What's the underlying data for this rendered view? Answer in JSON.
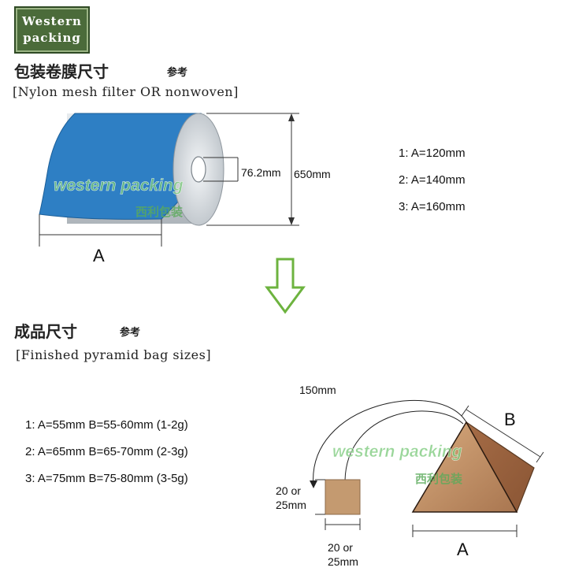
{
  "logo": {
    "line1": "Western",
    "line2": "packing"
  },
  "film_section": {
    "title_cn": "包装卷膜尺寸",
    "ref_cn": "参考",
    "subtitle": "[Nylon mesh filter  OR nonwoven]",
    "core_label": "76.2mm",
    "height_label": "650mm",
    "width_label": "A",
    "options": [
      "1: A=120mm",
      "2: A=140mm",
      "3: A=160mm"
    ]
  },
  "bag_section": {
    "title_cn": "成品尺寸",
    "ref_cn": "参考",
    "subtitle": "[Finished pyramid bag sizes]",
    "string_label": "150mm",
    "tag_height_label": [
      "20 or",
      "25mm"
    ],
    "tag_width_label": [
      "20 or",
      "25mm"
    ],
    "side_label": "B",
    "base_label": "A",
    "options": [
      "1: A=55mm  B=55-60mm (1-2g)",
      "2: A=65mm  B=65-70mm (2-3g)",
      "3: A=75mm  B=75-80mm (3-5g)"
    ]
  },
  "watermark": {
    "en": "western packing",
    "cn": "西利包装"
  },
  "colors": {
    "film_blue": "#2e7fc4",
    "tag_brown": "#c49a70",
    "pyramid_brown": "#b88058",
    "arrow_green": "#6db33f",
    "logo_green": "#4b6b3a"
  }
}
